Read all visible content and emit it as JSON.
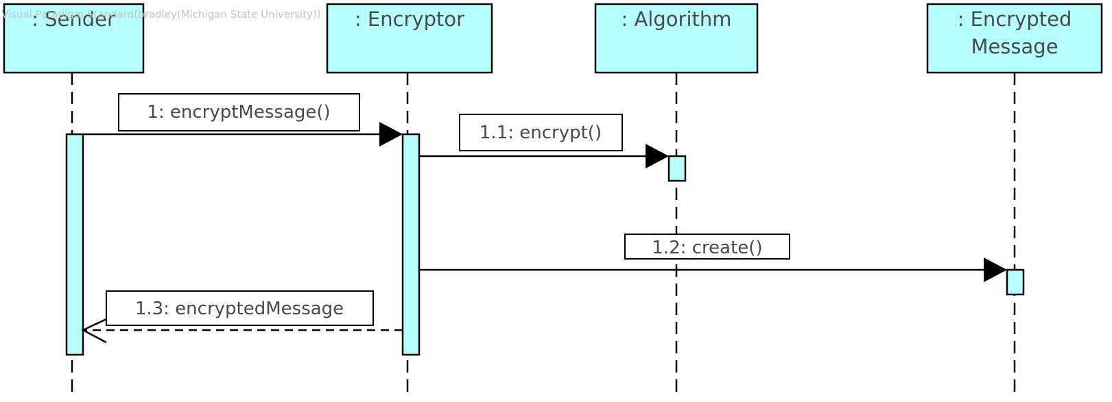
{
  "watermark": "Visual Paradigm Standard(bradley(Michigan State University))",
  "lifelines": [
    {
      "id": "sender",
      "lines": [
        ": Sender"
      ]
    },
    {
      "id": "encryptor",
      "lines": [
        ": Encryptor"
      ]
    },
    {
      "id": "algorithm",
      "lines": [
        ": Algorithm"
      ]
    },
    {
      "id": "encrypted-message",
      "lines": [
        ": Encrypted",
        "Message"
      ]
    }
  ],
  "messages": [
    {
      "id": "msg-1",
      "label": "1: encryptMessage()",
      "from": "sender",
      "to": "encryptor",
      "kind": "synchronous"
    },
    {
      "id": "msg-1-1",
      "label": "1.1: encrypt()",
      "from": "encryptor",
      "to": "algorithm",
      "kind": "synchronous"
    },
    {
      "id": "msg-1-2",
      "label": "1.2: create()",
      "from": "encryptor",
      "to": "encrypted-message",
      "kind": "synchronous"
    },
    {
      "id": "msg-1-3",
      "label": "1.3: encryptedMessage",
      "from": "encryptor",
      "to": "sender",
      "kind": "return"
    }
  ],
  "colors": {
    "lifeline_fill": "#b5ffff",
    "stroke": "#000000",
    "text": "#4a4a4a"
  }
}
